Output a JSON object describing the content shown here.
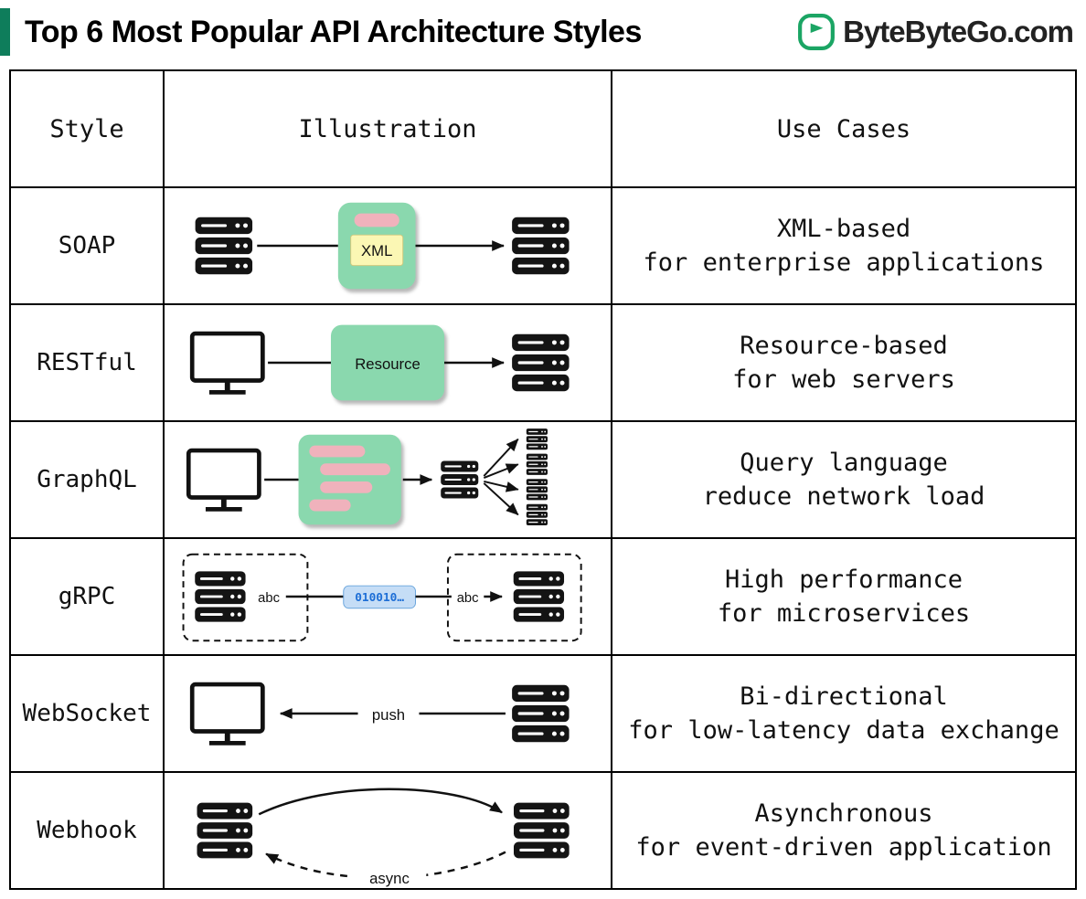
{
  "header": {
    "title": "Top 6 Most Popular API Architecture Styles",
    "brand": "ByteByteGo.com"
  },
  "table": {
    "columns": {
      "style": "Style",
      "illustration": "Illustration",
      "use_cases": "Use Cases"
    },
    "rows": [
      {
        "style": "SOAP",
        "use_case": [
          "XML-based",
          "for enterprise applications"
        ],
        "labels": {
          "xml": "XML"
        }
      },
      {
        "style": "RESTful",
        "use_case": [
          "Resource-based",
          "for web servers"
        ],
        "labels": {
          "resource": "Resource"
        }
      },
      {
        "style": "GraphQL",
        "use_case": [
          "Query language",
          "reduce network load"
        ],
        "labels": {}
      },
      {
        "style": "gRPC",
        "use_case": [
          "High performance",
          "for microservices"
        ],
        "labels": {
          "abc_left": "abc",
          "binary": "010010…",
          "abc_right": "abc"
        }
      },
      {
        "style": "WebSocket",
        "use_case": [
          "Bi-directional",
          "for low-latency data exchange"
        ],
        "labels": {
          "push": "push"
        }
      },
      {
        "style": "Webhook",
        "use_case": [
          "Asynchronous",
          "for event-driven application"
        ],
        "labels": {
          "async": "async"
        }
      }
    ]
  },
  "colors": {
    "accent_bar": "#0e7d5b",
    "logo_green": "#1ba564",
    "box_green": "#8ad8ae",
    "pill_pink": "#f0b2bc",
    "xml_yellow": "#fbf7b4",
    "binary_blue_bg": "#c5ddf6",
    "binary_blue_text": "#1d6ed6"
  }
}
